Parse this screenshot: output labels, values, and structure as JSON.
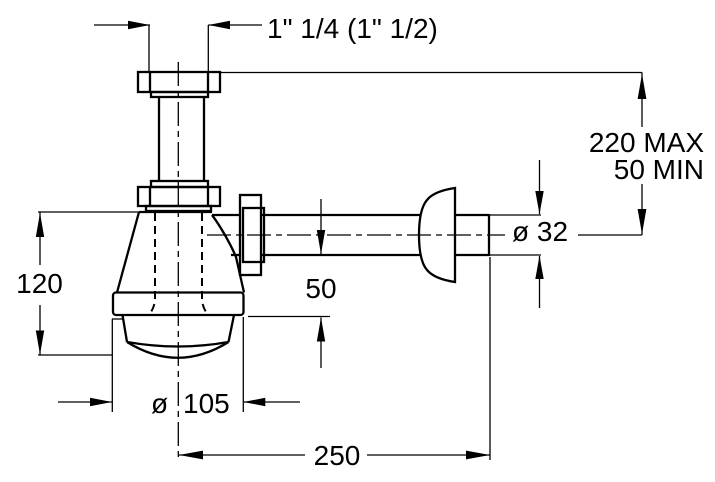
{
  "drawing": {
    "background": "#ffffff",
    "line_color": "#000000",
    "labels": {
      "inlet_size": "1\" 1/4 (1\" 1/2)",
      "wall_height_max": "220 MAX",
      "wall_height_min": "50 MIN",
      "outlet_diameter": "ø 32",
      "body_height": "120",
      "outlet_offset": "50",
      "cup_diameter_symbol": "ø",
      "cup_diameter_value": "105",
      "outlet_reach": "250"
    }
  }
}
